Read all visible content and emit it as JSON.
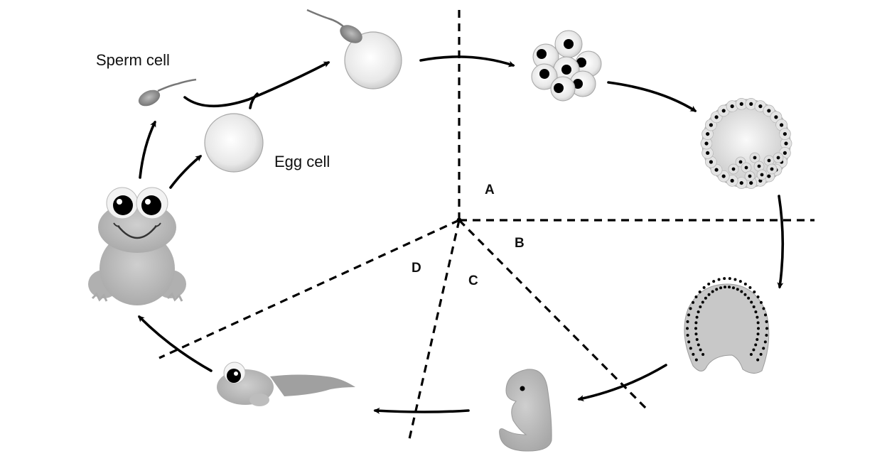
{
  "diagram": {
    "title": "Frog life cycle",
    "labels": {
      "sperm_cell": "Sperm cell",
      "egg_cell": "Egg cell"
    },
    "regions": [
      {
        "id": "A",
        "label": "A"
      },
      {
        "id": "B",
        "label": "B"
      },
      {
        "id": "C",
        "label": "C"
      },
      {
        "id": "D",
        "label": "D"
      }
    ],
    "stages": [
      {
        "id": "adult-frog",
        "name": "Adult frog"
      },
      {
        "id": "sperm-cell",
        "name": "Sperm cell"
      },
      {
        "id": "egg-cell",
        "name": "Egg cell"
      },
      {
        "id": "fertilization",
        "name": "Sperm fertilizing egg"
      },
      {
        "id": "cleavage",
        "name": "Cell cluster (cleavage)"
      },
      {
        "id": "blastula",
        "name": "Blastula"
      },
      {
        "id": "gastrula",
        "name": "Gastrula"
      },
      {
        "id": "embryo",
        "name": "Embryo"
      },
      {
        "id": "tadpole",
        "name": "Tadpole"
      }
    ],
    "colors": {
      "line": "#000000",
      "cell_fill": "#e6e6e6",
      "organism_fill": "#b8b8b8",
      "text": "#111111"
    }
  }
}
